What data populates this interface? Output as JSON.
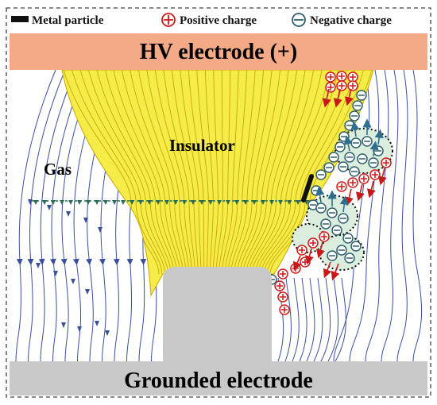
{
  "legend": {
    "metal_particle": "Metal particle",
    "positive_charge": "Positive charge",
    "negative_charge": "Negative charge"
  },
  "labels": {
    "hv_electrode": "HV electrode (+)",
    "insulator": "Insulator",
    "gas": "Gas",
    "grounded_electrode": "Grounded electrode"
  },
  "colors": {
    "hv_electrode": "#f4a987",
    "insulator": "#f5ec4a",
    "insulator_lines": "#c9a800",
    "field_lines": "#3a4f9c",
    "ground": "#c8c8c8",
    "positive": "#d01818",
    "negative": "#2e5e6e",
    "cluster_fill": "#dbeede",
    "metal_particle": "#111111"
  }
}
